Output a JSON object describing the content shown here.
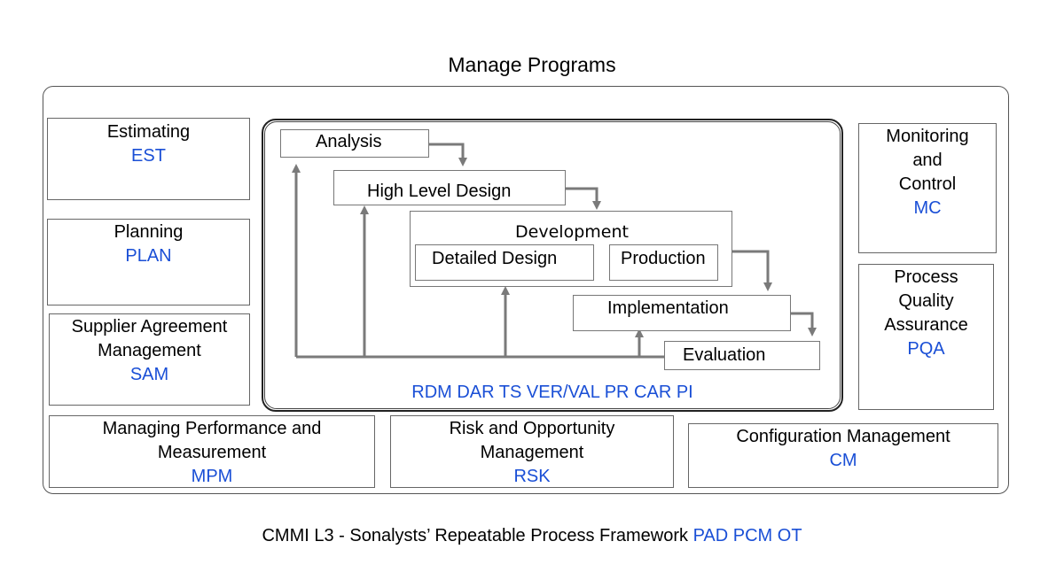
{
  "title": "Manage Programs",
  "footer": {
    "text": "CMMI L3 - Sonalysts’ Repeatable Process Framework ",
    "codes": "PAD PCM OT"
  },
  "left_boxes": [
    {
      "label": "Estimating",
      "code": "EST"
    },
    {
      "label": "Planning",
      "code": "PLAN"
    },
    {
      "label_lines": [
        "Supplier Agreement",
        "Management"
      ],
      "code": "SAM"
    }
  ],
  "right_boxes": [
    {
      "label_lines": [
        "Monitoring",
        "and",
        "Control"
      ],
      "code": "MC"
    },
    {
      "label_lines": [
        "Process",
        "Quality",
        "Assurance"
      ],
      "code": "PQA"
    }
  ],
  "bottom_boxes": [
    {
      "label_lines": [
        "Managing Performance and",
        "Measurement"
      ],
      "code": "MPM"
    },
    {
      "label_lines": [
        "Risk and Opportunity",
        "Management"
      ],
      "code": "RSK"
    },
    {
      "label": "Configuration Management",
      "code": "CM"
    }
  ],
  "core": {
    "stages": {
      "analysis": "Analysis",
      "high_level_design": "High Level Design",
      "development": "Development",
      "detailed_design": "Detailed Design",
      "production": "Production",
      "implementation": "Implementation",
      "evaluation": "Evaluation"
    },
    "codes": "RDM DAR TS VER/VAL PR CAR PI"
  },
  "colors": {
    "code_blue": "#1a4fd6",
    "arrow_gray": "#7a7a7a",
    "border": "#666666"
  }
}
